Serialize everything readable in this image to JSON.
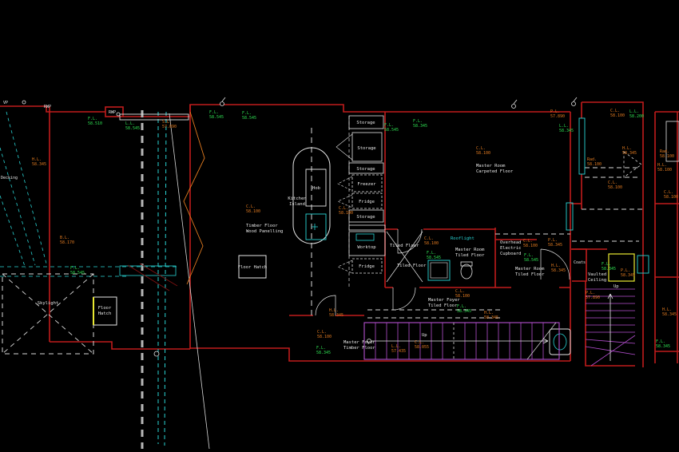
{
  "window": {
    "background": "#000000"
  },
  "palette": {
    "wall_red": "#c01c1c",
    "level_green": "#2ee052",
    "level_orange": "#e07a20",
    "line_white": "#e6e6e6",
    "fixture_cyan": "#2ad4d4",
    "stair_magenta": "#b44fd0",
    "hatch_yellow": "#e8e832"
  },
  "labels": {
    "vp": "VP",
    "rwp_1": "RWP",
    "rwp_2": "RWP",
    "decking": "Decking",
    "skylight": "Skylight",
    "floor_hatch_left_1": "Floor",
    "floor_hatch_left_2": "Hatch",
    "floor_hatch_kitchen": "Floor Hatch",
    "kitchen_island_1": "Kitchen",
    "kitchen_island_2": "Island",
    "hob": "Hob",
    "storage_1": "Storage",
    "storage_2": "Storage",
    "storage_3": "Storage",
    "storage_4": "Storage",
    "freezer": "Freezer",
    "fridge_1": "Fridge",
    "fridge_2": "Fridge",
    "worktop": "Worktop",
    "kitchen_floor_1": "Timber Floor",
    "kitchen_floor_2": "Wood Panelling",
    "master_room_1": "Master Room",
    "master_room_2": "Carpeted Floor",
    "tiled_floor_a": "Tiled Floor",
    "tiled_floor_b": "Tiled Floor",
    "rooflight": "Rooflight",
    "ensuite_1": "Master Room",
    "ensuite_2": "Tiled Floor",
    "cupboard_1": "Overhead",
    "cupboard_2": "Electric",
    "cupboard_3": "Cupboard",
    "landing_1": "Master Room",
    "landing_2": "Tiled Floor",
    "foyer_tiled_1": "Master Foyer",
    "foyer_tiled_2": "Tiled Floor",
    "foyer_timber_1": "Master Foyer",
    "foyer_timber_2": "Timber Floor",
    "coats": "Coats",
    "vaulted_1": "Vaulted",
    "vaulted_2": "Ceiling",
    "up_main": "Up",
    "up_right": "Up"
  },
  "levels": {
    "g1": {
      "t": "F.L.",
      "v": "58.510"
    },
    "g2": {
      "t": "L.L.",
      "v": "58.545"
    },
    "g3": {
      "t": "F.L.",
      "v": "58.545"
    },
    "g4": {
      "t": "F.L.",
      "v": "58.545"
    },
    "g5": {
      "t": "F.L.",
      "v": "58.545"
    },
    "g6": {
      "t": "F.L.",
      "v": "58.345"
    },
    "g7": {
      "t": "L.L.",
      "v": "58.200"
    },
    "g8": {
      "t": "F.L.",
      "v": "58.545"
    },
    "g9": {
      "t": "F.L.",
      "v": "58.545"
    },
    "g10": {
      "t": "F.L.",
      "v": "58.545"
    },
    "g11": {
      "t": "F.L.",
      "v": "58.345"
    },
    "g12": {
      "t": "F.L.",
      "v": "58.345"
    },
    "g13": {
      "t": "F.L.",
      "v": "58.345"
    },
    "g14": {
      "t": "F.L.",
      "v": "58.345"
    },
    "g16": {
      "t": "L.L.",
      "v": "58.345"
    },
    "o1": {
      "t": "S.L.",
      "v": "57.890"
    },
    "o2": {
      "t": "P.L.",
      "v": "57.890"
    },
    "o3": {
      "t": "C.L.",
      "v": "58.100"
    },
    "o4": {
      "t": "Rad.",
      "v": "58.100"
    },
    "o5": {
      "t": "H.L.",
      "v": "58.345"
    },
    "o6": {
      "t": "C.L.",
      "v": "58.100"
    },
    "o7": {
      "t": "H.L.",
      "v": "58.100"
    },
    "o8": {
      "t": "H.L.",
      "v": "58.345"
    },
    "o9": {
      "t": "B.L.",
      "v": "58.170"
    },
    "o10": {
      "t": "C.L.",
      "v": "58.100"
    },
    "o11": {
      "t": "C.L.",
      "v": "58.100"
    },
    "o12": {
      "t": "C.L.",
      "v": "58.100"
    },
    "o13": {
      "t": "C.L.",
      "v": "58.100"
    },
    "o14": {
      "t": "C.L.",
      "v": "58.100"
    },
    "o15": {
      "t": "P.L.",
      "v": "58.345"
    },
    "o16": {
      "t": "H.L.",
      "v": "58.345"
    },
    "o17": {
      "t": "C.L.",
      "v": "58.100"
    },
    "o18": {
      "t": "H.L.",
      "v": "58.345"
    },
    "o19": {
      "t": "H.L.",
      "v": "58.345"
    },
    "o20": {
      "t": "C.L.",
      "v": "58.100"
    },
    "o21": {
      "t": "L.L.",
      "v": "57.435"
    },
    "o22": {
      "t": "C.L.",
      "v": "58.055"
    },
    "o23": {
      "t": "P.L.",
      "v": "58.345"
    },
    "o24": {
      "t": "P.L.",
      "v": "57.890"
    },
    "o25": {
      "t": "Rad.",
      "v": "58.100"
    },
    "o26": {
      "t": "C.L.",
      "v": "58.100"
    },
    "o27": {
      "t": "H.L.",
      "v": "58.345"
    }
  }
}
